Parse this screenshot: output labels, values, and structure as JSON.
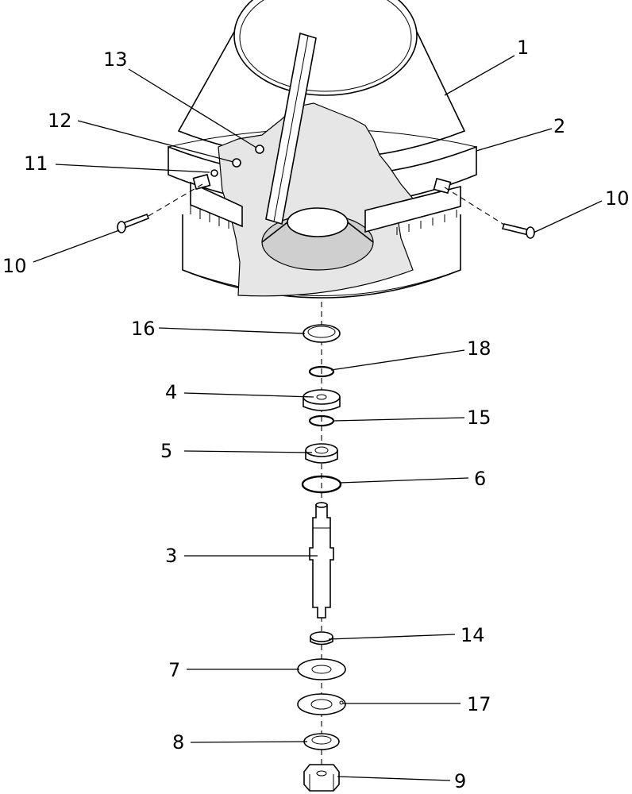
{
  "labels": [
    "1",
    "2",
    "3",
    "4",
    "5",
    "6",
    "7",
    "8",
    "9",
    "10",
    "10",
    "11",
    "12",
    "13",
    "14",
    "15",
    "16",
    "17",
    "18"
  ]
}
